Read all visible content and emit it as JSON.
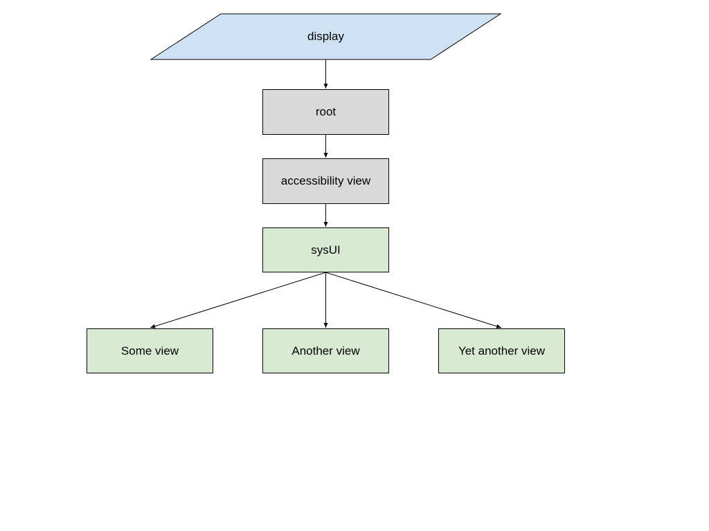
{
  "diagram": {
    "nodes": {
      "display": {
        "label": "display",
        "shape": "parallelogram",
        "fill": "#cfe2f3"
      },
      "root": {
        "label": "root",
        "shape": "rectangle",
        "fill": "#d9d9d9"
      },
      "accessibility": {
        "label": "accessibility view",
        "shape": "rectangle",
        "fill": "#d9d9d9"
      },
      "sysui": {
        "label": "sysUI",
        "shape": "rectangle",
        "fill": "#d9ead3"
      },
      "some": {
        "label": "Some view",
        "shape": "rectangle",
        "fill": "#d9ead3"
      },
      "another": {
        "label": "Another view",
        "shape": "rectangle",
        "fill": "#d9ead3"
      },
      "yet": {
        "label": "Yet another view",
        "shape": "rectangle",
        "fill": "#d9ead3"
      }
    },
    "edges": [
      {
        "from": "display",
        "to": "root"
      },
      {
        "from": "root",
        "to": "accessibility"
      },
      {
        "from": "accessibility",
        "to": "sysui"
      },
      {
        "from": "sysui",
        "to": "some"
      },
      {
        "from": "sysui",
        "to": "another"
      },
      {
        "from": "sysui",
        "to": "yet"
      }
    ]
  }
}
